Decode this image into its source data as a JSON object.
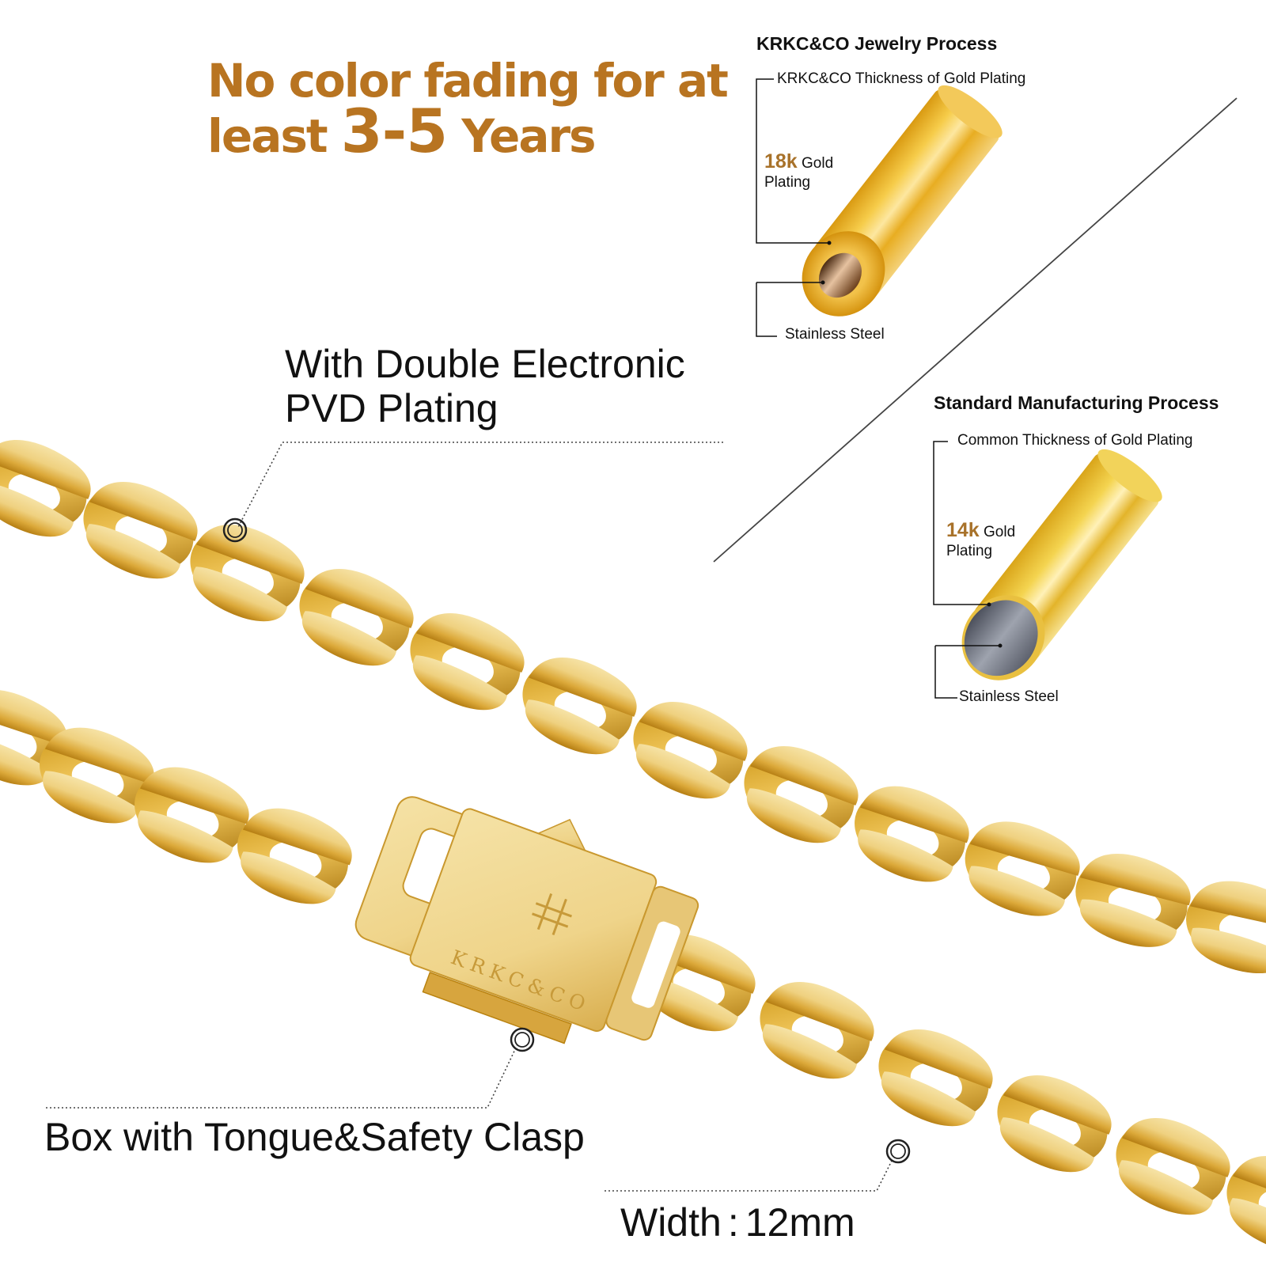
{
  "headline": {
    "line1": "No color fading for at",
    "line2_prefix": "least ",
    "line2_emphasis": "3-5",
    "line2_suffix": " Years",
    "color": "#b87421"
  },
  "krkc_process": {
    "title": "KRKC&CO Jewelry Process",
    "thickness_label": "KRKC&CO Thickness of Gold Plating",
    "karat": "18k",
    "gold_word": " Gold",
    "plating_word": "Plating",
    "core_label": "Stainless Steel",
    "core_color": "#8a5a2c"
  },
  "standard_process": {
    "title": "Standard Manufacturing Process",
    "thickness_label": "Common Thickness of Gold Plating",
    "karat": "14k",
    "gold_word": " Gold",
    "plating_word": "Plating",
    "core_label": "Stainless Steel",
    "core_color": "#6e7380"
  },
  "features": {
    "pvd_line1": "With Double Electronic",
    "pvd_line2": "PVD Plating",
    "clasp": "Box with Tongue&Safety Clasp",
    "width_label": "Width",
    "width_sep": ":",
    "width_value": "12mm"
  },
  "clasp_engraving": {
    "brand": "KRKC&CO",
    "logo_icon": "krkc-monogram-icon"
  },
  "colors": {
    "gold_light": "#f2dc98",
    "gold_mid": "#e2b443",
    "gold_dark": "#b9820f",
    "karat_text": "#a8722a",
    "text": "#111111"
  }
}
